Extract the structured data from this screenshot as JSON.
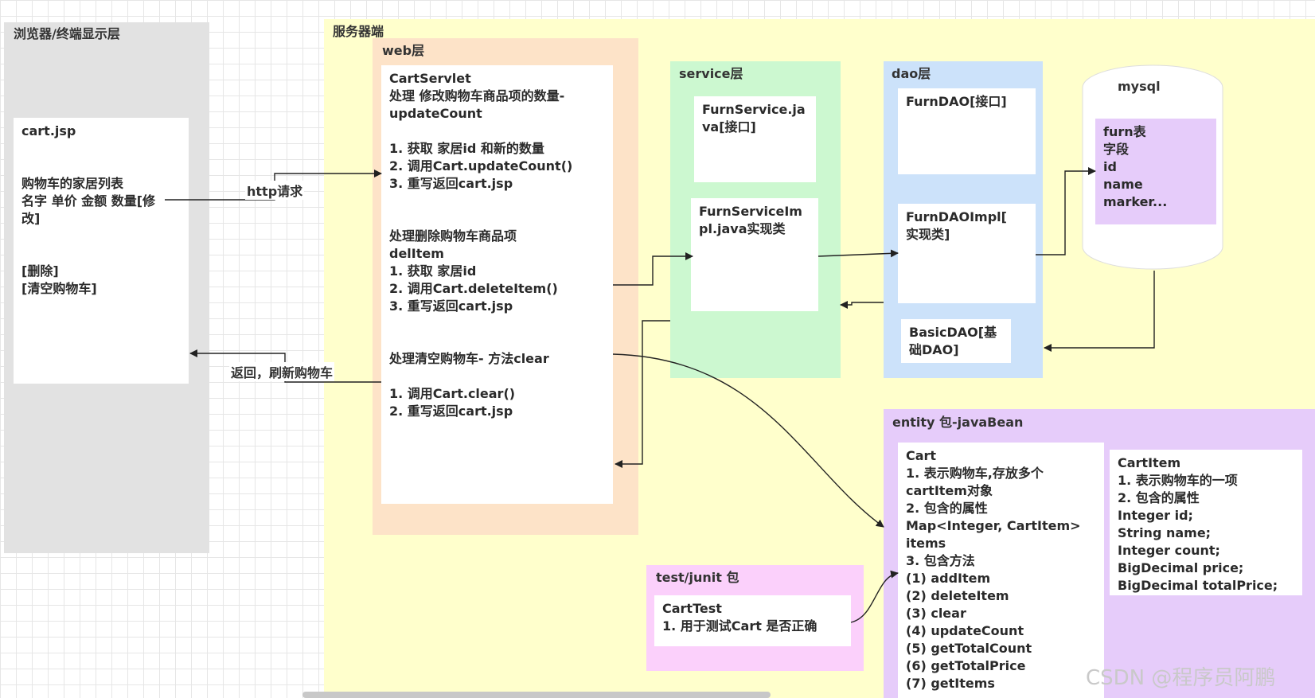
{
  "browser_layer": {
    "title": "浏览器/终端显示层",
    "page": "cart.jsp\n\n\n购物车的家居列表\n名字 单价 金额 数量[修\n改]\n\n\n[删除]\n[清空购物车]"
  },
  "server": {
    "title": "服务器端",
    "web": {
      "title": "web层",
      "servlet_text": "CartServlet\n处理 修改购物车商品项的数量-\nupdateCount\n\n1. 获取 家居id 和新的数量\n2. 调用Cart.updateCount()\n3. 重写返回cart.jsp\n\n\n处理删除购物车商品项\ndelItem\n1. 获取 家居id\n2. 调用Cart.deleteItem()\n3. 重写返回cart.jsp\n\n\n处理清空购物车- 方法clear\n\n1. 调用Cart.clear()\n2. 重写返回cart.jsp"
    },
    "service": {
      "title": "service层",
      "interface": "FurnService.ja\nva[接口]",
      "impl": "FurnServiceIm\npl.java实现类"
    },
    "dao": {
      "title": "dao层",
      "interface": "FurnDAO[接口]",
      "impl": "FurnDAOImpl[\n实现类]",
      "basic": "BasicDAO[基\n础DAO]"
    },
    "mysql": {
      "title": "mysql",
      "table": "furn表\n字段\nid\nname\nmarker..."
    },
    "entity": {
      "title": "entity 包-javaBean",
      "cart": "Cart\n1. 表示购物车,存放多个\ncartItem对象\n2. 包含的属性\nMap<Integer, CartItem>\nitems\n3. 包含方法\n(1) addItem\n(2) deleteItem\n(3) clear\n(4) updateCount\n(5) getTotalCount\n(6) getTotalPrice\n(7) getItems",
      "cart_item": "CartItem\n1. 表示购物车的一项\n2. 包含的属性\nInteger id;\nString name;\nInteger count;\nBigDecimal price;\nBigDecimal totalPrice;"
    },
    "test": {
      "title": "test/junit 包",
      "cart_test": "CartTest\n1. 用于测试Cart 是否正确"
    }
  },
  "arrows": {
    "request_label": "http请求",
    "response_label": "返回，刷新购物车"
  },
  "watermark": "CSDN @程序员阿鹏"
}
